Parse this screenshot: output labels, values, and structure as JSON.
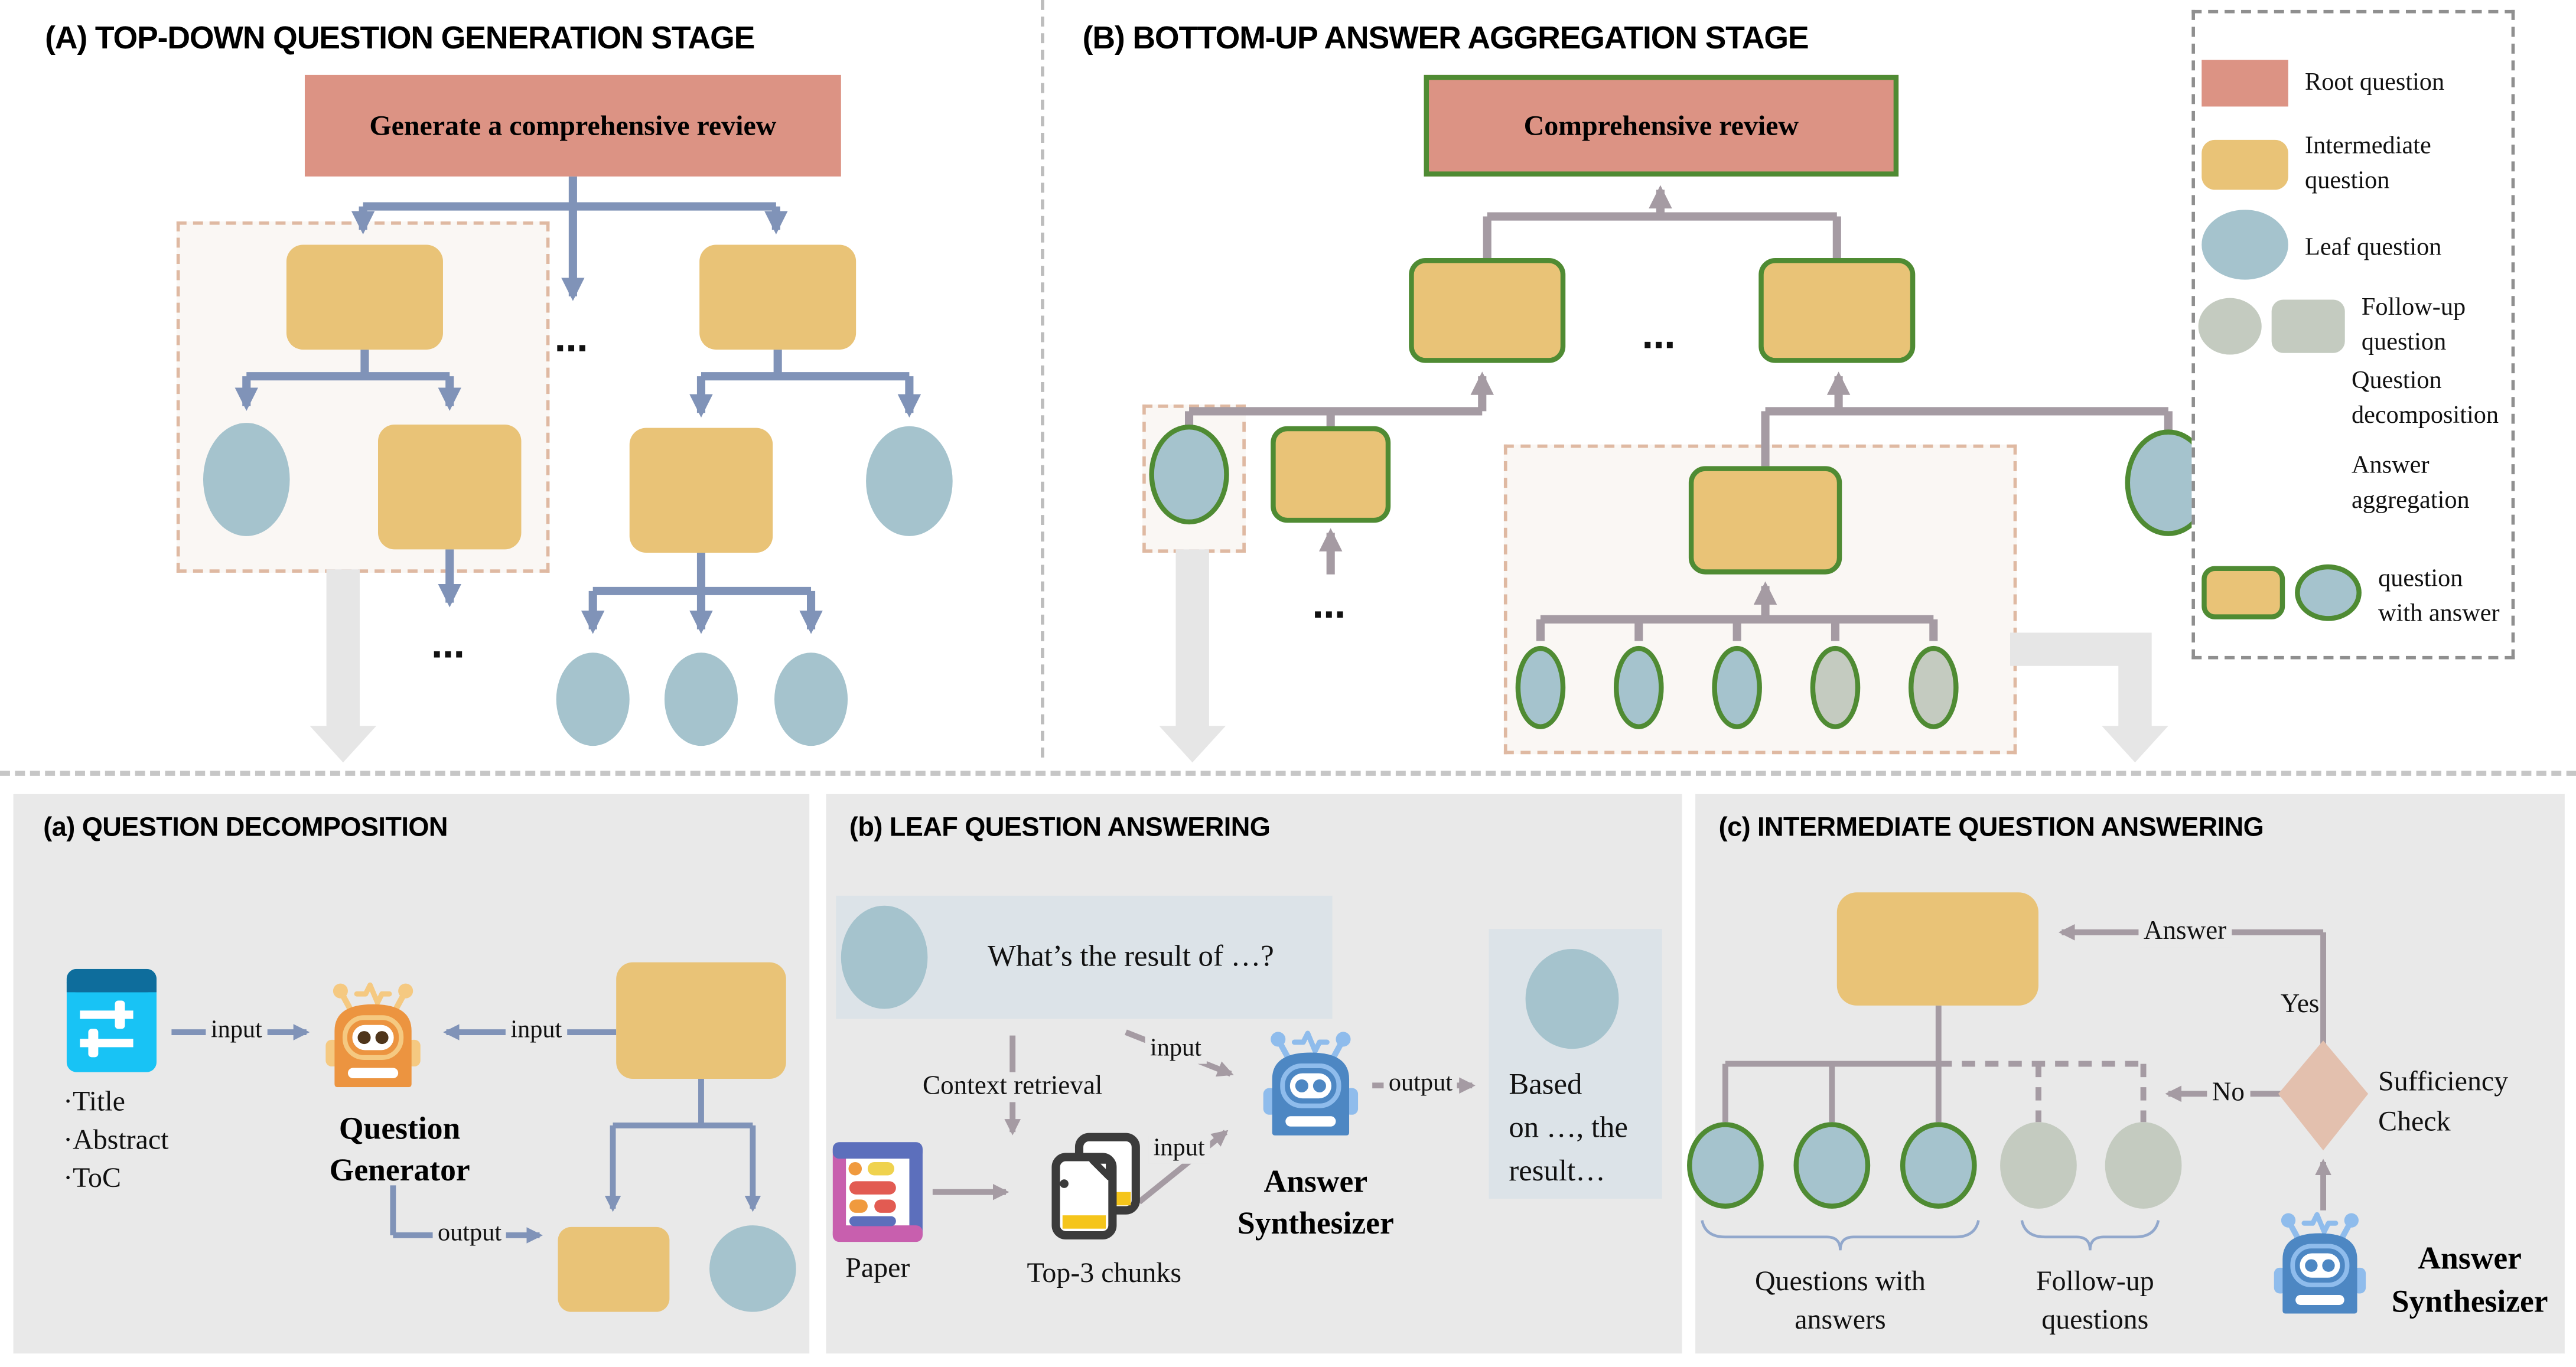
{
  "titles": {
    "stage_a": "(A) TOP-DOWN QUESTION GENERATION STAGE",
    "stage_b": "(B) BOTTOM-UP ANSWER AGGREGATION STAGE",
    "panel_a": "(a) QUESTION DECOMPOSITION",
    "panel_b": "(b) LEAF QUESTION ANSWERING",
    "panel_c": "(c) INTERMEDIATE QUESTION ANSWERING"
  },
  "stage_a": {
    "root_label": "Generate a comprehensive review",
    "ellipsis_mid": "…",
    "ellipsis_sub": "…"
  },
  "stage_b": {
    "root_label": "Comprehensive review",
    "ellipsis_mid": "…",
    "ellipsis_sub": "…"
  },
  "legend": {
    "root": "Root question",
    "intermediate_1": "Intermediate",
    "intermediate_2": "question",
    "leaf": "Leaf question",
    "followup_1": "Follow-up",
    "followup_2": "question",
    "decomp_1": "Question",
    "decomp_2": "decomposition",
    "aggreg_1": "Answer",
    "aggreg_2": "aggregation",
    "withans_1": "question",
    "withans_2": "with answer"
  },
  "panel_a": {
    "doc_lines": [
      "·Title",
      "·Abstract",
      "·ToC"
    ],
    "input_left_label": "input",
    "input_right_label": "input",
    "output_label": "output",
    "generator_line1": "Question",
    "generator_line2": "Generator"
  },
  "panel_b": {
    "question_text": "What’s the result of …?",
    "context_retrieval_label": "Context retrieval",
    "paper_label": "Paper",
    "chunks_label": "Top-3 chunks",
    "input_top_label": "input",
    "input_bottom_label": "input",
    "output_label": "output",
    "synthesizer_line1": "Answer",
    "synthesizer_line2": "Synthesizer",
    "answer_lines": [
      "Based",
      "on …, the",
      "result…"
    ]
  },
  "panel_c": {
    "answer_label": "Answer",
    "yes_label": "Yes",
    "no_label": "No",
    "sufficiency_line1": "Sufficiency",
    "sufficiency_line2": "Check",
    "brace_left_line1": "Questions with",
    "brace_left_line2": "answers",
    "brace_right_line1": "Follow-up",
    "brace_right_line2": "questions",
    "synthesizer_line1": "Answer",
    "synthesizer_line2": "Synthesizer"
  },
  "colors": {
    "root_question": "#dc9384",
    "intermediate_question": "#e9c377",
    "leaf_question": "#a5c3cd",
    "followup_question": "#c4cbc0",
    "answered_border_green": "#4f8b33",
    "decomposition_arrow": "#8093b8",
    "aggregation_arrow": "#a59ba3",
    "panel_background": "#e9e9e9",
    "highlight_box": "#faf7f4",
    "highlight_border": "#dfb9a2",
    "question_banner": "#dce3e8",
    "diamond": "#e3c0ae",
    "thick_arrow": "#e6e6e6"
  }
}
